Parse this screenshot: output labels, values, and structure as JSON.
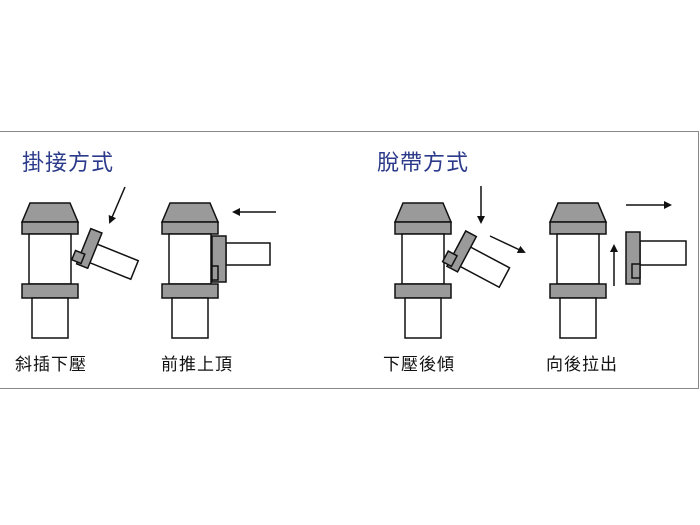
{
  "sections": {
    "mount": {
      "title": "掛接方式",
      "steps": [
        "斜插下壓",
        "前推上頂"
      ]
    },
    "removal": {
      "title": "脫帶方式",
      "steps": [
        "下壓後傾",
        "向後拉出"
      ]
    }
  },
  "colors": {
    "heading": "#2b3a8a",
    "part_fill": "#9a9a9a",
    "tube_fill": "#ffffff",
    "stroke": "#111111"
  }
}
